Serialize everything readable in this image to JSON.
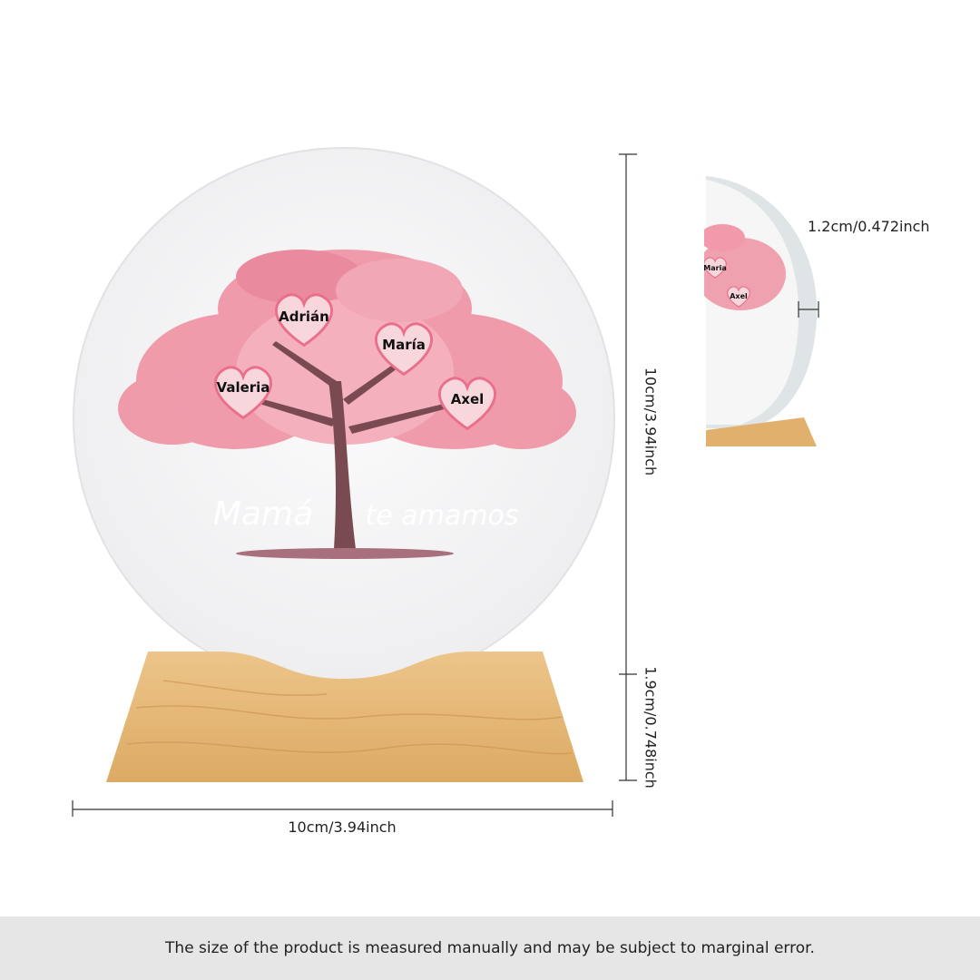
{
  "product": {
    "names": [
      "Adrián",
      "María",
      "Valeria",
      "Axel"
    ],
    "script_left": "Mamá",
    "script_right": "te amamos"
  },
  "dimensions": {
    "height": "10cm/3.94inch",
    "base_height": "1.9cm/0.748inch",
    "width": "10cm/3.94inch",
    "thickness": "1.2cm/0.472inch"
  },
  "side_view": {
    "names": [
      "Maria",
      "Axel"
    ]
  },
  "footer": {
    "note": "The size of the product is measured manually and may be subject to marginal error."
  },
  "colors": {
    "foliage": "#ef8c9e",
    "heart": "#f7d6dc",
    "wood": "#e2b06d",
    "trunk": "#7a4a52",
    "footer_bg": "#e6e6e6"
  }
}
